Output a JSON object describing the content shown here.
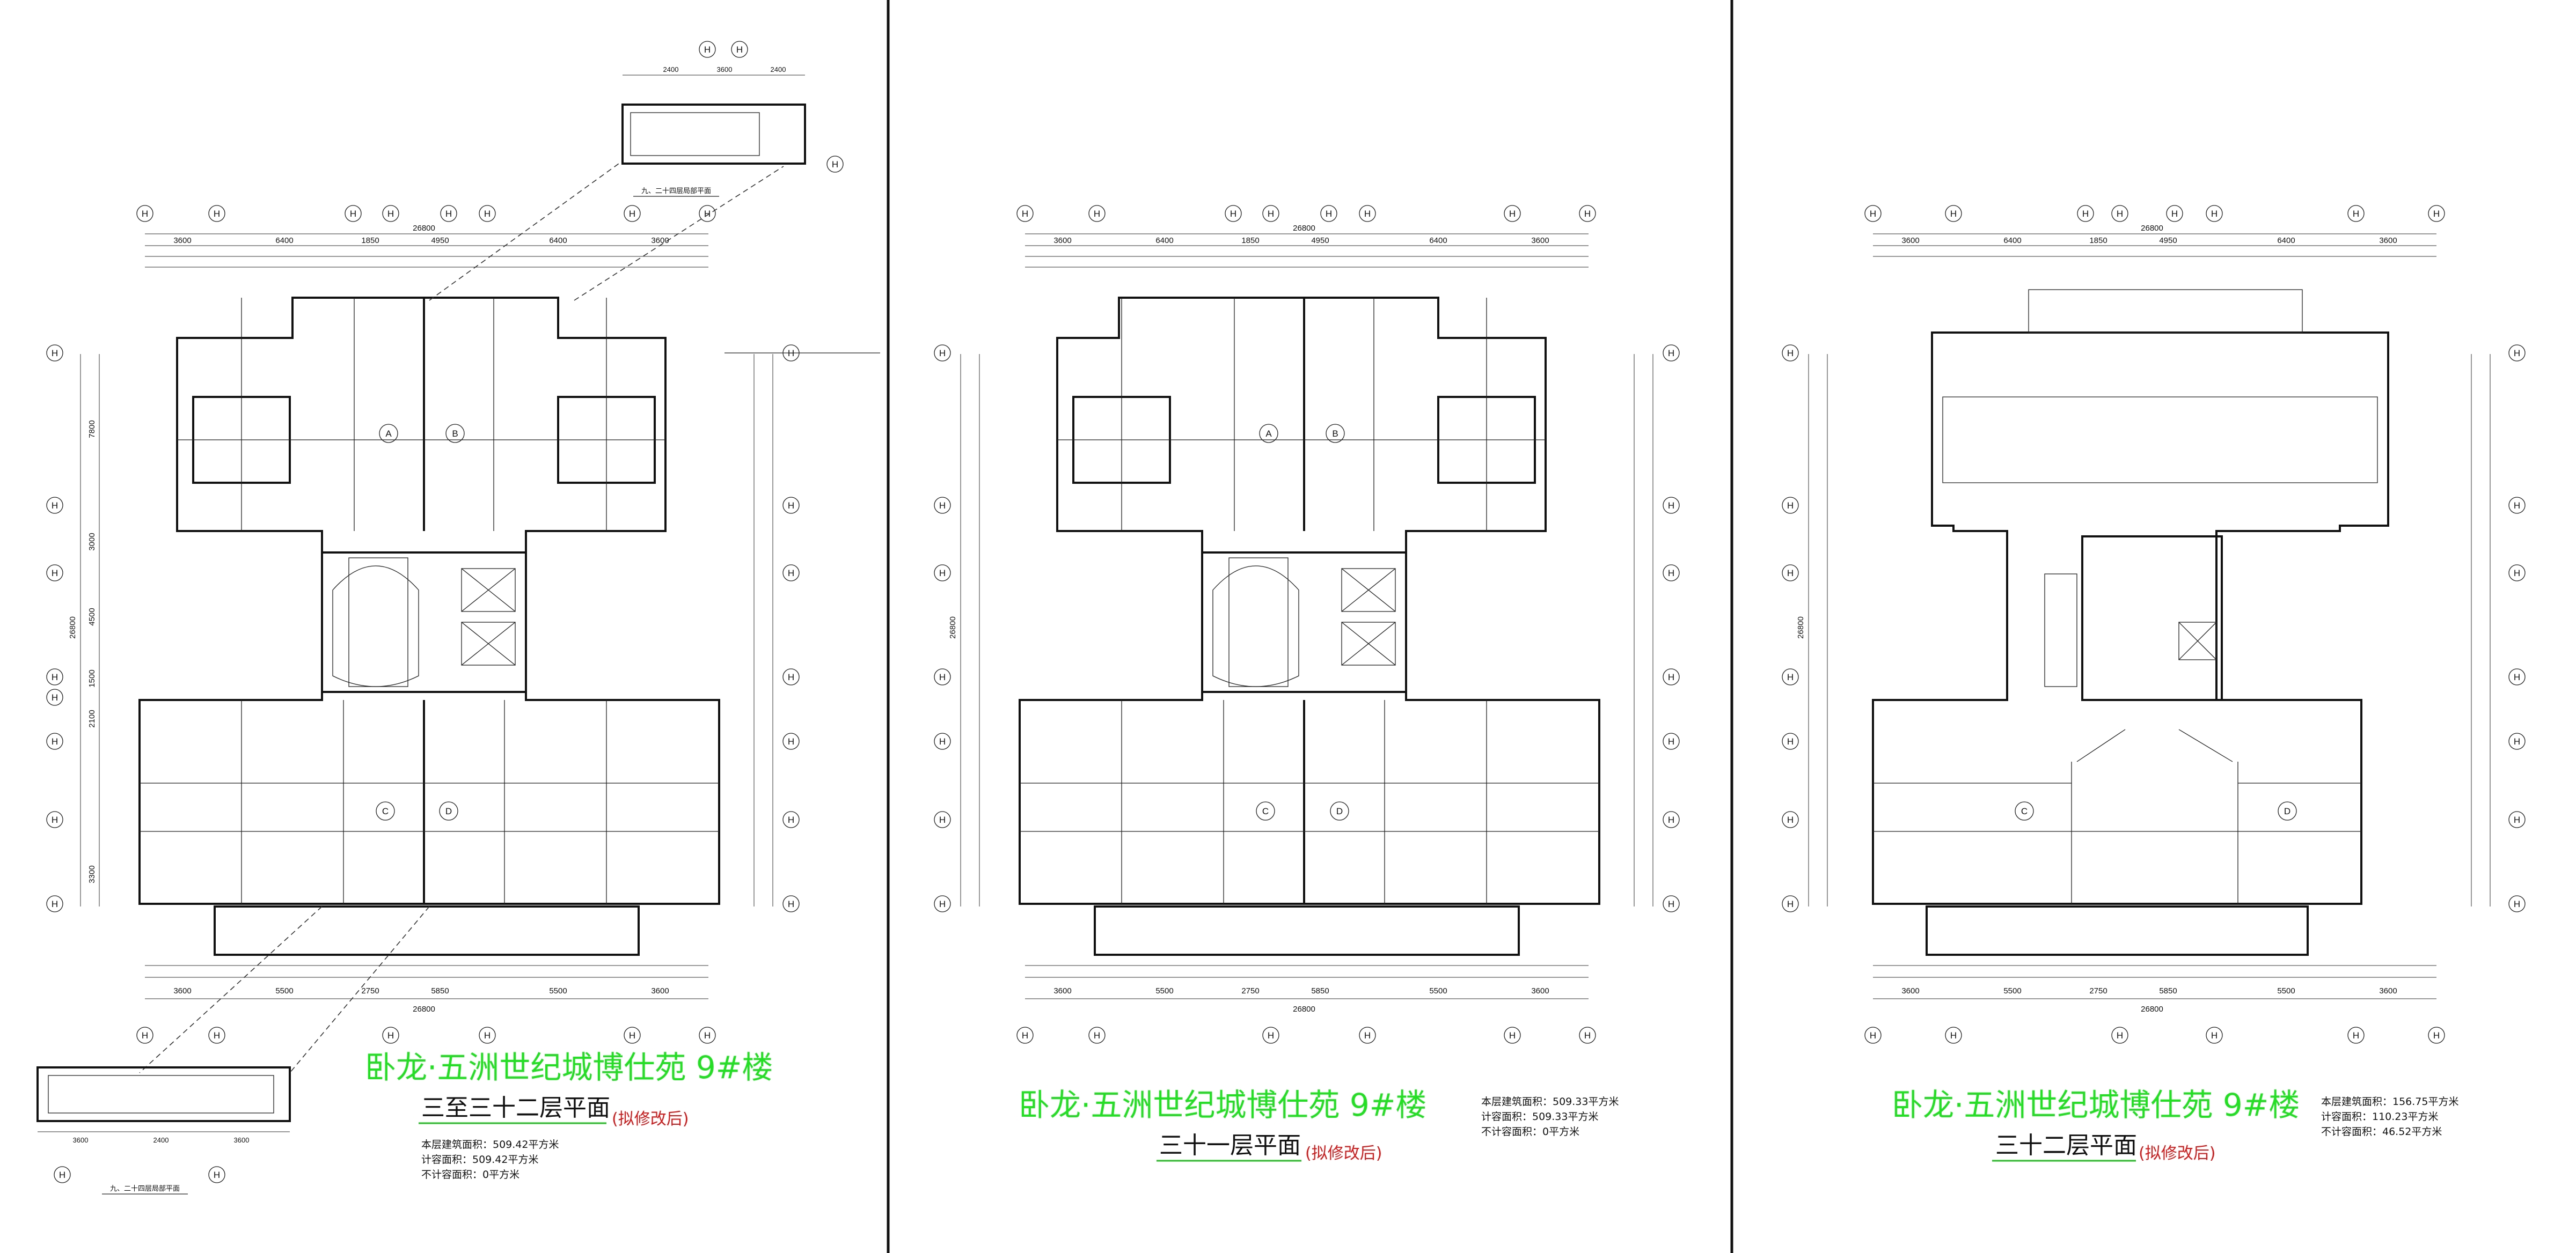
{
  "colors": {
    "title": "#22e022",
    "revision": "#d91a1a",
    "lines": "#111111",
    "background": "#ffffff"
  },
  "dims": {
    "top_overall": "26800",
    "top_row1": [
      "3600",
      "6400",
      "1850",
      "4950",
      "6400",
      "3600"
    ],
    "bottom_overall": "26800",
    "bottom_row1": [
      "3600",
      "5500",
      "2750",
      "5850",
      "5500",
      "3600"
    ],
    "left_overall": "26800",
    "left_segments": [
      "7800",
      "3000",
      "4500",
      "1500",
      "2100",
      "3300"
    ]
  },
  "panels": [
    {
      "id": "p1",
      "title": "卧龙·五洲世纪城博仕苑 9#楼",
      "subtitle": "三至三十二层平面",
      "revision": "(拟修改后)",
      "stats": [
        "本层建筑面积：509.42平方米",
        "计容面积：509.42平方米",
        "不计容面积：0平方米"
      ],
      "units": [
        "A",
        "B",
        "C",
        "D"
      ],
      "detail_top_label": "九、二十四层局部平面",
      "detail_bottom_label": "九、二十四层局部平面",
      "detail_top_dims": [
        "2400",
        "3600",
        "2400"
      ],
      "detail_bottom_dims": [
        "3600",
        "2400",
        "3600"
      ]
    },
    {
      "id": "p2",
      "title": "卧龙·五洲世纪城博仕苑 9#楼",
      "subtitle": "三十一层平面",
      "revision": "(拟修改后)",
      "stats": [
        "本层建筑面积：509.33平方米",
        "计容面积：509.33平方米",
        "不计容面积：0平方米"
      ],
      "units": [
        "A",
        "B",
        "C",
        "D"
      ]
    },
    {
      "id": "p3",
      "title": "卧龙·五洲世纪城博仕苑 9#楼",
      "subtitle": "三十二层平面",
      "revision": "(拟修改后)",
      "stats": [
        "本层建筑面积：156.75平方米",
        "计容面积：110.23平方米",
        "不计容面积：46.52平方米"
      ],
      "units": [
        "C",
        "D"
      ]
    }
  ]
}
